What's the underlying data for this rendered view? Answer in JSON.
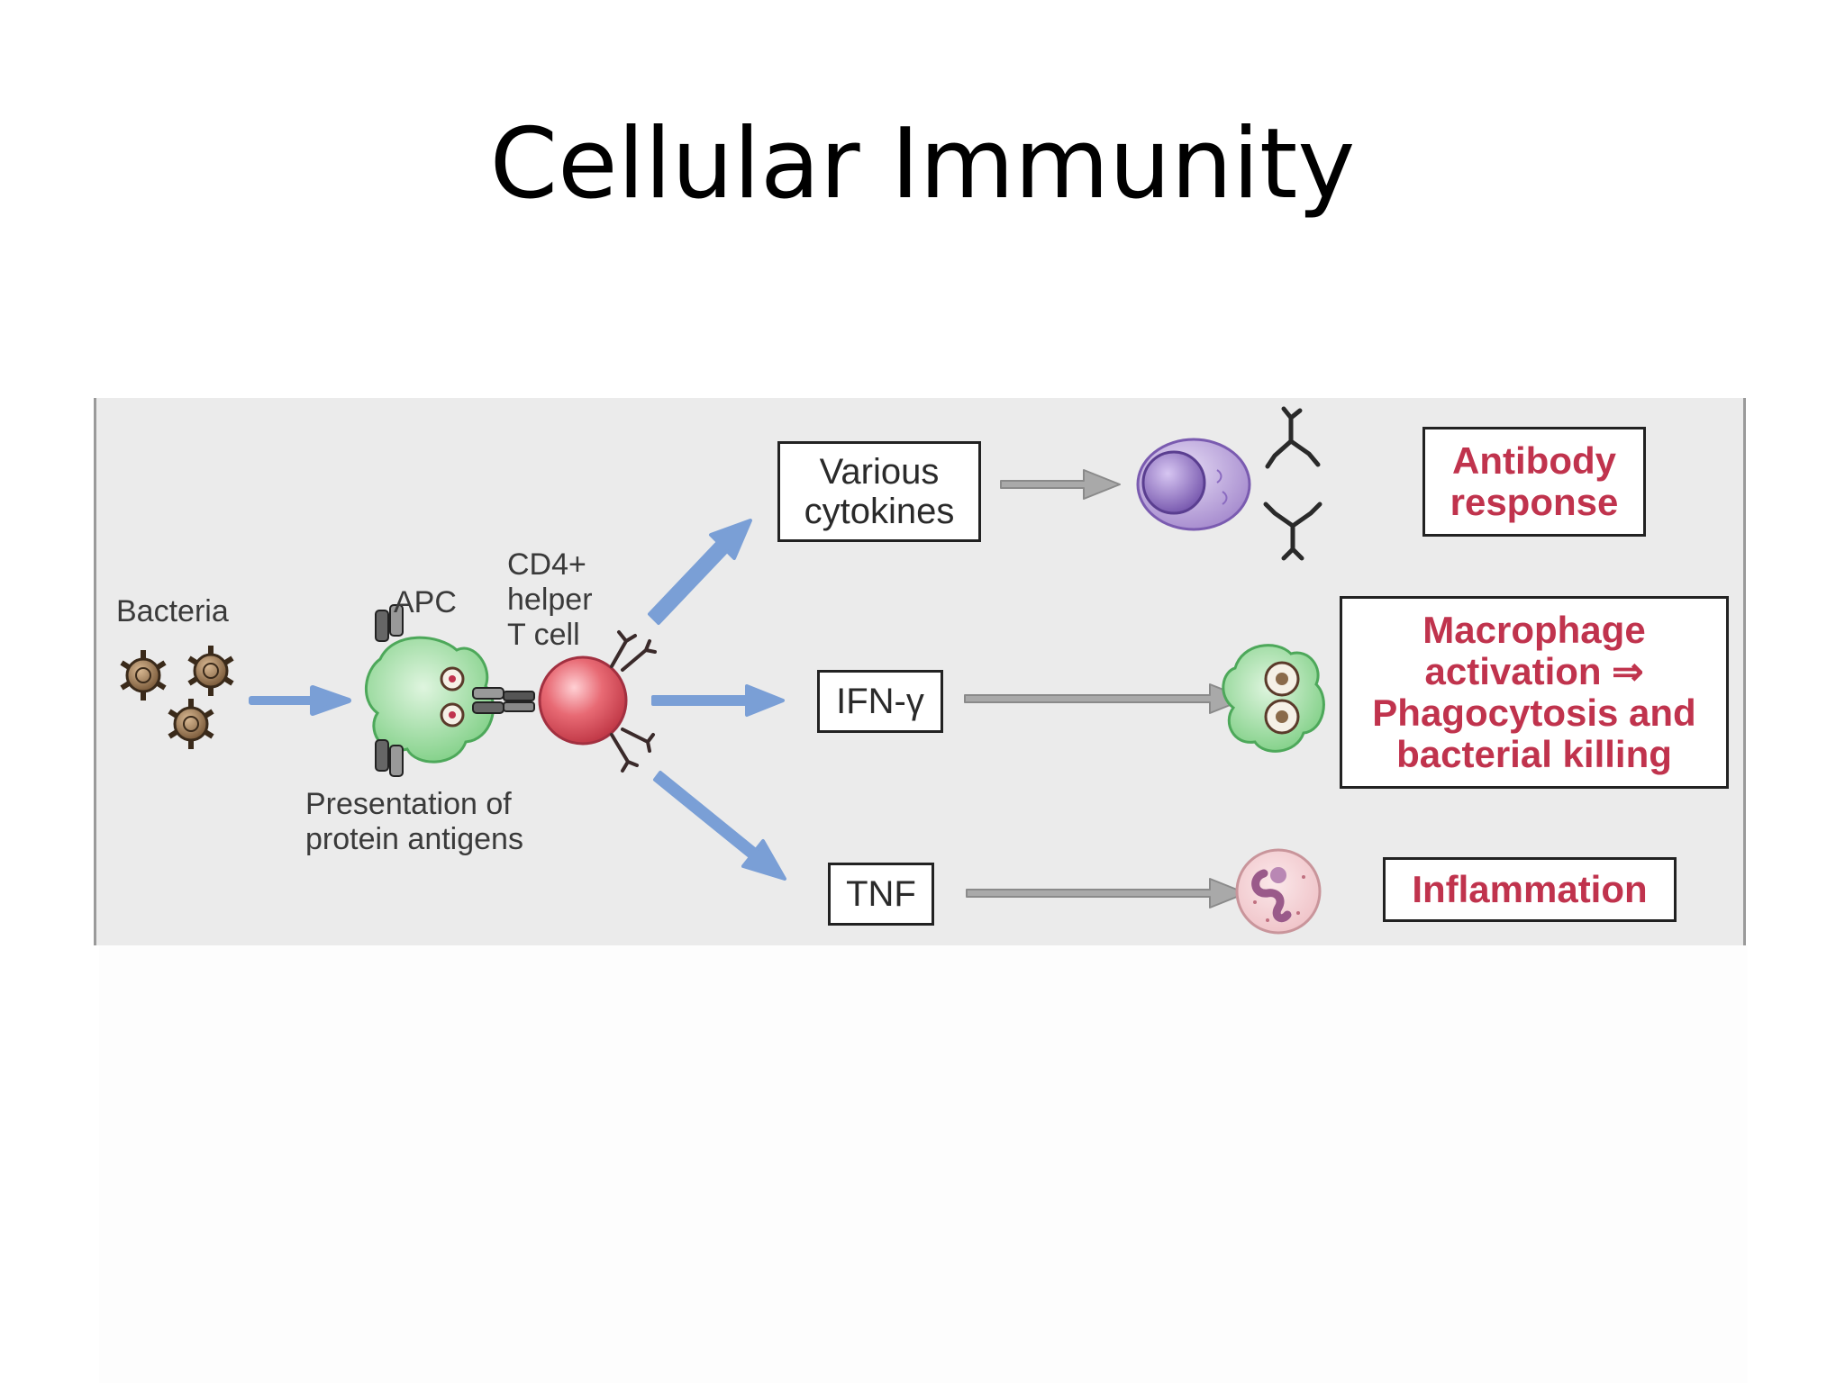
{
  "title": "Cellular Immunity",
  "figure": {
    "labels": {
      "bacteria": "Bacteria",
      "apc": "APC",
      "cd4_line1": "CD4+",
      "cd4_line2": "helper",
      "cd4_line3": "T cell",
      "presentation_line1": "Presentation of",
      "presentation_line2": "protein antigens"
    },
    "mediators": {
      "cytokines_line1": "Various",
      "cytokines_line2": "cytokines",
      "ifn": "IFN-γ",
      "tnf": "TNF"
    },
    "outcomes": {
      "antibody_line1": "Antibody",
      "antibody_line2": "response",
      "macrophage_line1": "Macrophage",
      "macrophage_line2": "activation ⇒",
      "macrophage_line3": "Phagocytosis and",
      "macrophage_line4": "bacterial killing",
      "inflammation": "Inflammation"
    }
  },
  "colors": {
    "panel_bg": "#ebebeb",
    "blue_arrow": "#7a9fd6",
    "gray_arrow": "#a9a9a9",
    "outcome_text": "#c0334d",
    "apc_green": "#8fd68f",
    "t_cell_red": "#e0606a",
    "b_cell_purple": "#b79ad6",
    "bacteria_brown": "#8a6a4a",
    "neutrophil_pink": "#f4d3d6"
  },
  "icons": [
    "bacteria-icon",
    "apc-cell-icon",
    "t-cell-icon",
    "b-cell-icon",
    "antibody-icon",
    "macrophage-icon",
    "neutrophil-icon"
  ]
}
